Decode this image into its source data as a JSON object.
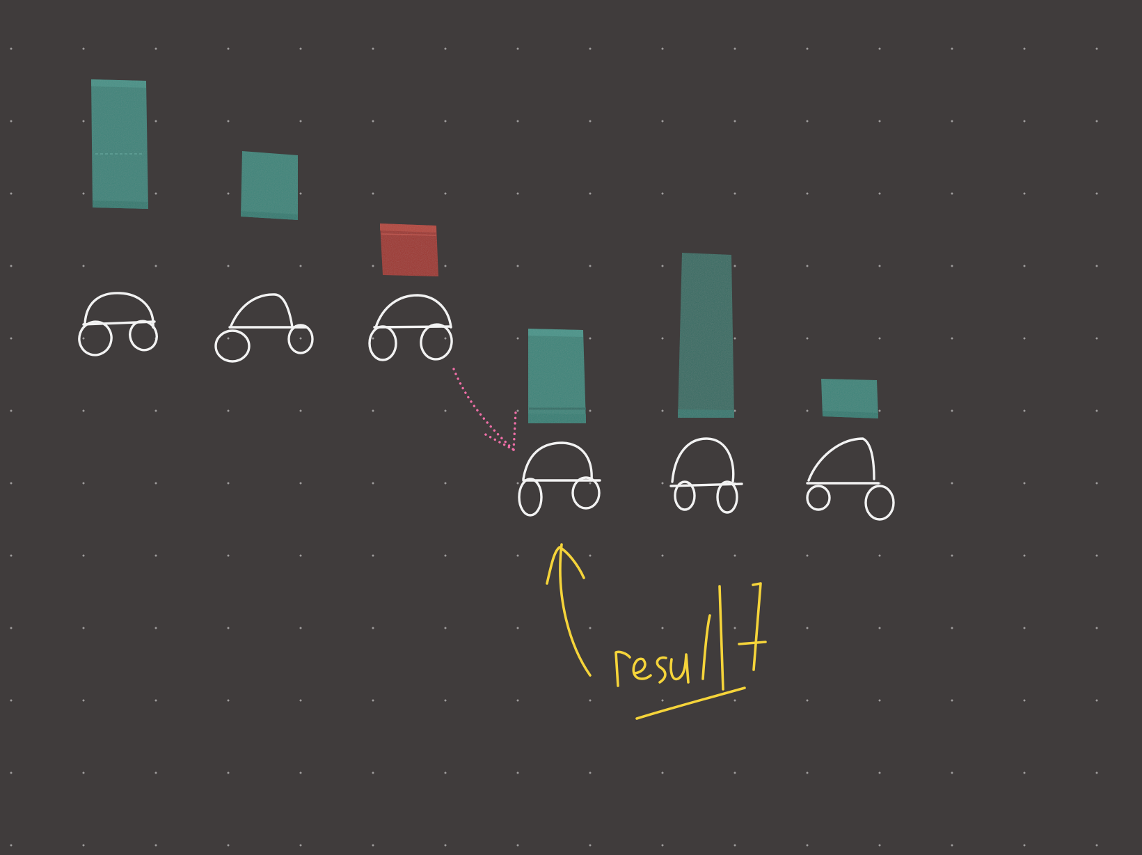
{
  "canvas": {
    "background_color": "#403c3c",
    "grid": "dot-grid"
  },
  "colors": {
    "block_teal": "#3f8a80",
    "block_red": "#a23a34",
    "car_ink": "#f2f2f2",
    "arrow_pink": "#f06fa8",
    "annotation_yellow": "#f5d43a"
  },
  "annotation": {
    "text": "result",
    "icon": "up-arrow-icon"
  },
  "stroke_kinds": [
    "block",
    "car-sketch",
    "dotted-arrow",
    "handwriting"
  ]
}
